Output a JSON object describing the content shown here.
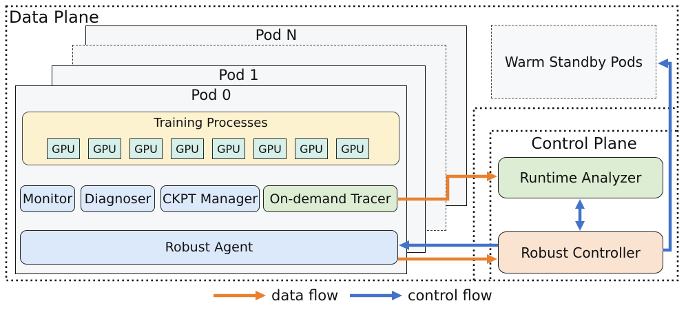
{
  "data_plane": {
    "label": "Data Plane"
  },
  "control_plane": {
    "label": "Control Plane"
  },
  "warm_standby": {
    "label": "Warm Standby Pods"
  },
  "pods": {
    "pod_n": {
      "label": "Pod N"
    },
    "pod_1": {
      "label": "Pod 1"
    },
    "pod_0": {
      "label": "Pod 0"
    }
  },
  "pod0": {
    "training": {
      "label": "Training Processes",
      "gpus": [
        "GPU",
        "GPU",
        "GPU",
        "GPU",
        "GPU",
        "GPU",
        "GPU",
        "GPU"
      ]
    },
    "modules": {
      "monitor": "Monitor",
      "diagnoser": "Diagnoser",
      "ckpt_manager": "CKPT Manager",
      "tracer": "On-demand Tracer"
    },
    "agent": {
      "label": "Robust Agent"
    }
  },
  "control": {
    "analyzer": "Runtime Analyzer",
    "controller": "Robust Controller"
  },
  "legend": {
    "data_flow": "data flow",
    "control_flow": "control flow"
  },
  "colors": {
    "data_flow_arrow": "#E8802E",
    "control_flow_arrow": "#4273C8",
    "training_fill": "#FDF2CF",
    "gpu_fill": "#D6EFE9",
    "module_fill": "#DCE9FA",
    "tracer_fill": "#DCEDD3",
    "analyzer_fill": "#DCEDD3",
    "controller_fill": "#FBE3D2",
    "pod_fill": "#F6F7F9",
    "boundary": "#111111"
  }
}
